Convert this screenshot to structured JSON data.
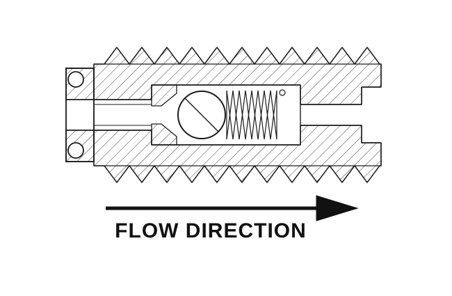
{
  "diagram": {
    "flow_label": "FLOW DIRECTION",
    "line_color": "#1a1a1a",
    "background_color": "#ffffff",
    "components": {
      "body": "threaded-valve-body",
      "ball": "check-ball",
      "spring": "compression-spring",
      "seals": "o-ring-cross-sections",
      "arrow": "flow-direction-arrow"
    }
  }
}
